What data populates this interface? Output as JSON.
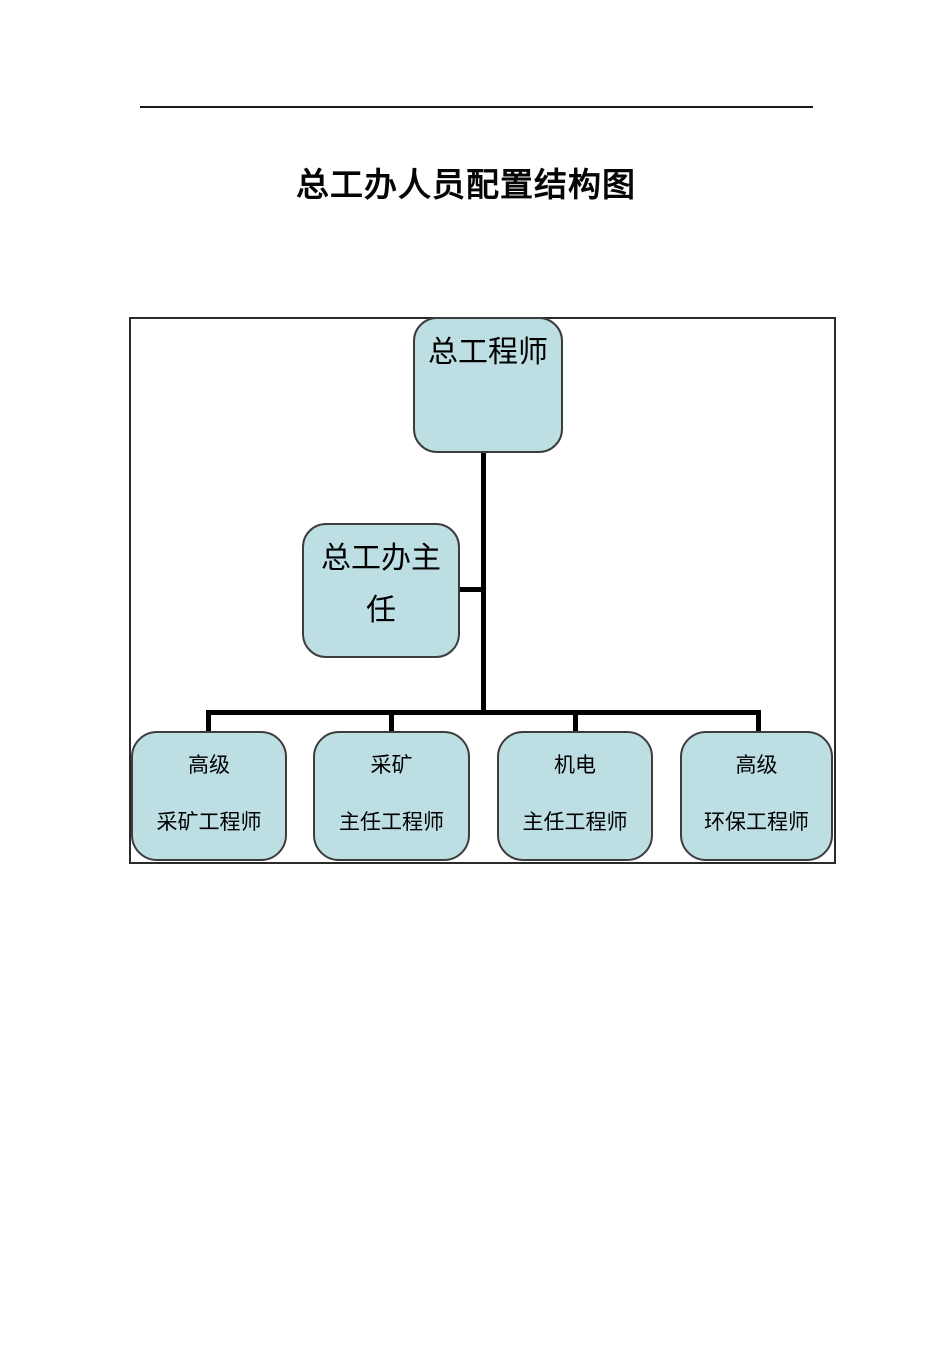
{
  "page": {
    "title": "总工办人员配置结构图"
  },
  "chart_data": {
    "type": "org-chart",
    "title": "总工办人员配置结构图",
    "hierarchy": {
      "root": "总工程师",
      "assistant": "总工办主任",
      "children": [
        "高级采矿工程师",
        "采矿主任工程师",
        "机电主任工程师",
        "高级环保工程师"
      ]
    }
  },
  "diagram": {
    "root": {
      "label": "总工程师"
    },
    "director": {
      "label": "总工办主任",
      "line1": "总工办主",
      "line2": "任"
    },
    "leaves": [
      {
        "label": "高级采矿工程师",
        "line1": "高级",
        "line2": "采矿工程师"
      },
      {
        "label": "采矿主任工程师",
        "line1": "采矿",
        "line2": "主任工程师"
      },
      {
        "label": "机电主任工程师",
        "line1": "机电",
        "line2": "主任工程师"
      },
      {
        "label": "高级环保工程师",
        "line1": "高级",
        "line2": "环保工程师"
      }
    ],
    "colors": {
      "node_fill": "#bddee3",
      "node_border": "#3d3d3d",
      "connector": "#000000",
      "frame_border": "#2a2a2a"
    }
  }
}
